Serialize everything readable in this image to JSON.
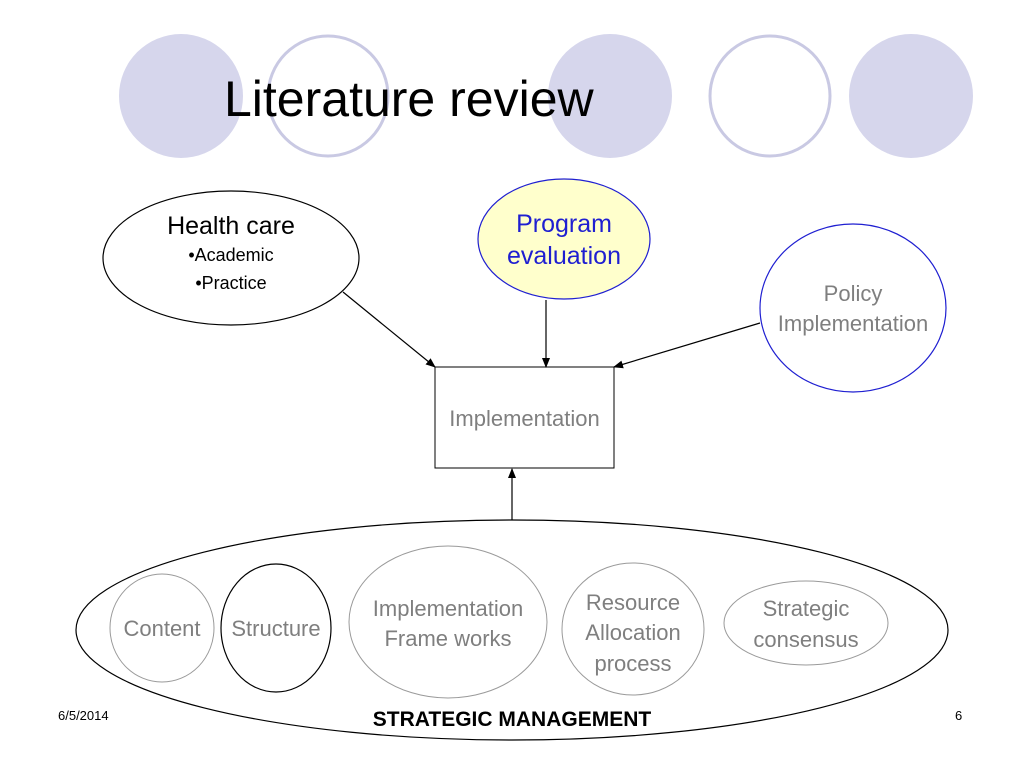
{
  "slide": {
    "title": "Literature review",
    "date": "6/5/2014",
    "page_number": "6"
  },
  "diagram": {
    "health_care": {
      "heading": "Health care",
      "bullets": [
        "•Academic",
        "•Practice"
      ]
    },
    "program_evaluation": {
      "line1": "Program",
      "line2": "evaluation"
    },
    "policy_implementation": {
      "line1": "Policy",
      "line2": "Implementation"
    },
    "implementation_box": "Implementation",
    "strategic_management": {
      "label": "STRATEGIC MANAGEMENT",
      "components": {
        "content": "Content",
        "structure": "Structure",
        "frameworks": {
          "line1": "Implementation",
          "line2": "Frame works"
        },
        "resource": {
          "line1": "Resource",
          "line2": "Allocation",
          "line3": "process"
        },
        "consensus": {
          "line1": "Strategic",
          "line2": "consensus"
        }
      }
    }
  },
  "colors": {
    "decor_circle_fill": "#d6d6ec",
    "decor_circle_stroke": "#c9c9e3",
    "program_fill": "#ffffcc",
    "accent_blue": "#1f1fd1",
    "gray_text": "#7f7f7f",
    "gray_stroke": "#9a9a9a"
  }
}
